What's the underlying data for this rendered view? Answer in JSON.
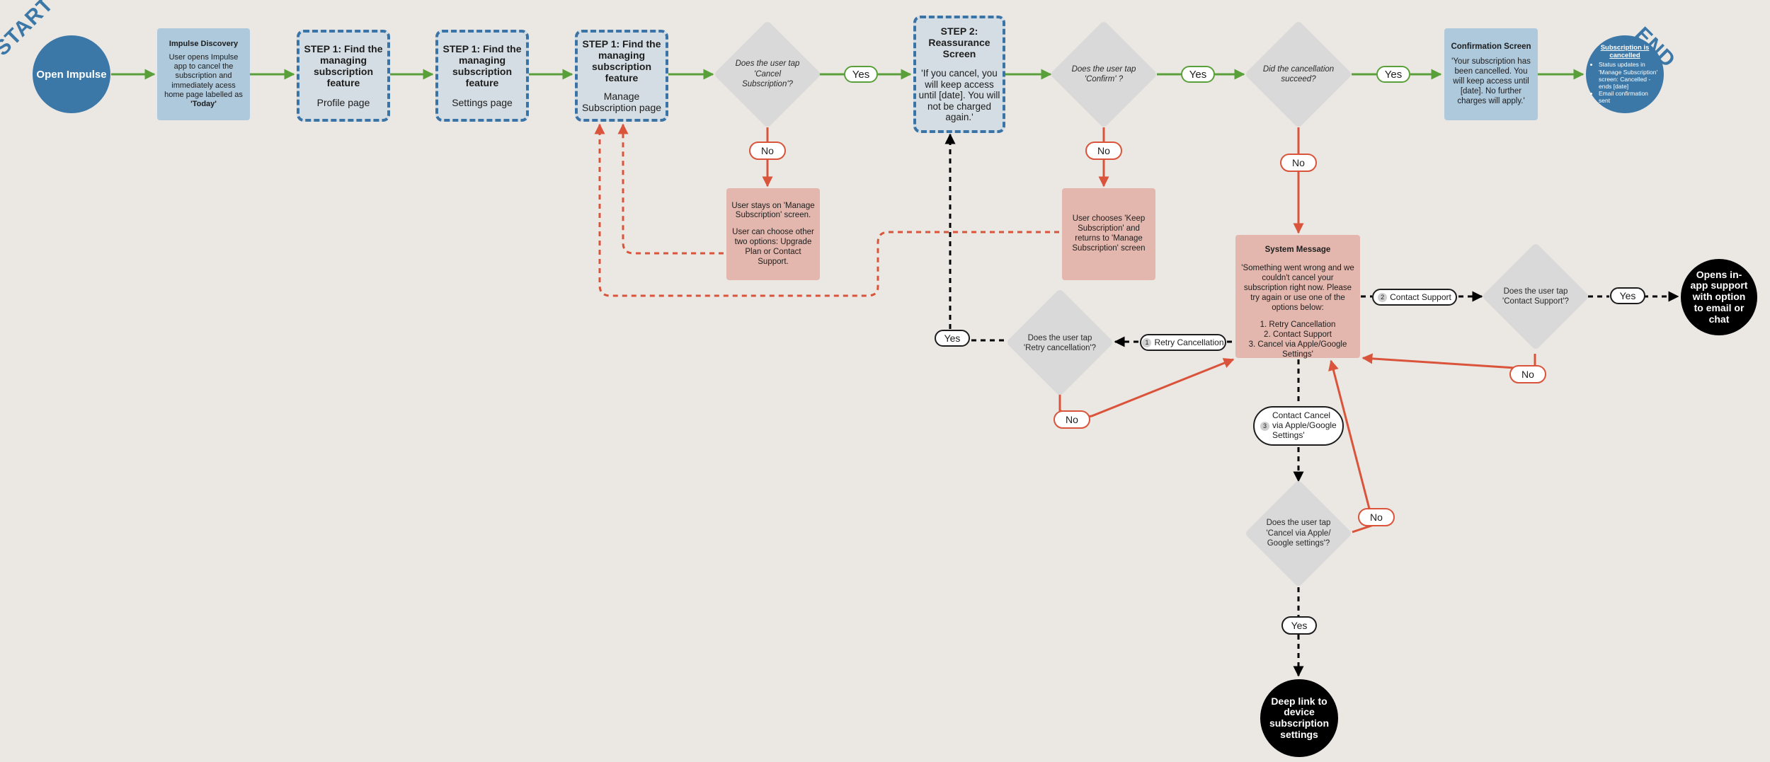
{
  "labels": {
    "start": "START",
    "end": "END"
  },
  "nodes": {
    "open_impulse": "Open Impulse",
    "discovery": {
      "title": "Impulse Discovery",
      "body": "User opens Impulse app to cancel the subscription and immediately acess home page labelled as",
      "emphasis": "'Today'"
    },
    "step1_profile": {
      "title": "STEP 1: Find the managing subscription feature",
      "sub": "Profile page"
    },
    "step1_settings": {
      "title": "STEP 1: Find the managing subscription feature",
      "sub": "Settings page"
    },
    "step1_manage": {
      "title": "STEP 1: Find the managing subscription feature",
      "sub": "Manage Subscription page"
    },
    "d_cancel_sub": "Does the user tap 'Cancel Subscription'?",
    "step2": {
      "title": "STEP 2: Reassurance Screen",
      "body": "'If you cancel, you will keep access until [date]. You will not be charged again.'"
    },
    "d_confirm": "Does the user tap 'Confirm' ?",
    "d_succeed": "Did the cancellation succeed?",
    "confirmation": {
      "title": "Confirmation Screen",
      "body": "'Your subscription has been cancelled. You will keep access until [date]. No further charges will apply.'"
    },
    "end_circle": {
      "title": "Subscription is cancelled",
      "items": [
        "Status updates in 'Manage Subscription' screen: Cancelled - ends [date]",
        "Email confirmation sent"
      ]
    },
    "stay_manage": {
      "line1": "User stays on 'Manage Subscription' screen.",
      "line2": "User can choose other two options: Upgrade Plan or Contact Support."
    },
    "keep_sub": "User chooses 'Keep Subscription' and returns to 'Manage Subscription' screen",
    "system_message": {
      "title": "System Message",
      "body": "'Something went wrong and we couldn't cancel your subscription right now. Please try again or use one of the options below:",
      "options": [
        "1. Retry Cancellation",
        "2. Contact Support",
        "3. Cancel via Apple/Google Settings'"
      ]
    },
    "d_retry": "Does the user tap 'Retry cancellation'?",
    "d_contact": "Does the user tap 'Contact Support'?",
    "in_app_support": "Opens in-app support with option to email or chat",
    "d_apple": "Does the user tap 'Cancel via Apple/ Google settings'?",
    "deep_link": "Deep link to device subscription settings"
  },
  "pills": {
    "yes1": "Yes",
    "yes2": "Yes",
    "yes3": "Yes",
    "yes_retry": "Yes",
    "yes_contact": "Yes",
    "yes_apple": "Yes",
    "no1": "No",
    "no2": "No",
    "no3": "No",
    "no_retry": "No",
    "no_contact": "No",
    "no_apple": "No"
  },
  "options": {
    "retry": {
      "num": "1",
      "label": "Retry Cancellation"
    },
    "contact": {
      "num": "2",
      "label": "Contact Support"
    },
    "apple": {
      "num": "3",
      "label": "Contact Cancel via Apple/Google Settings'"
    }
  },
  "colors": {
    "green": "#5aa03a",
    "red": "#d9543a",
    "blue": "#3b78a8",
    "black": "#000000"
  }
}
